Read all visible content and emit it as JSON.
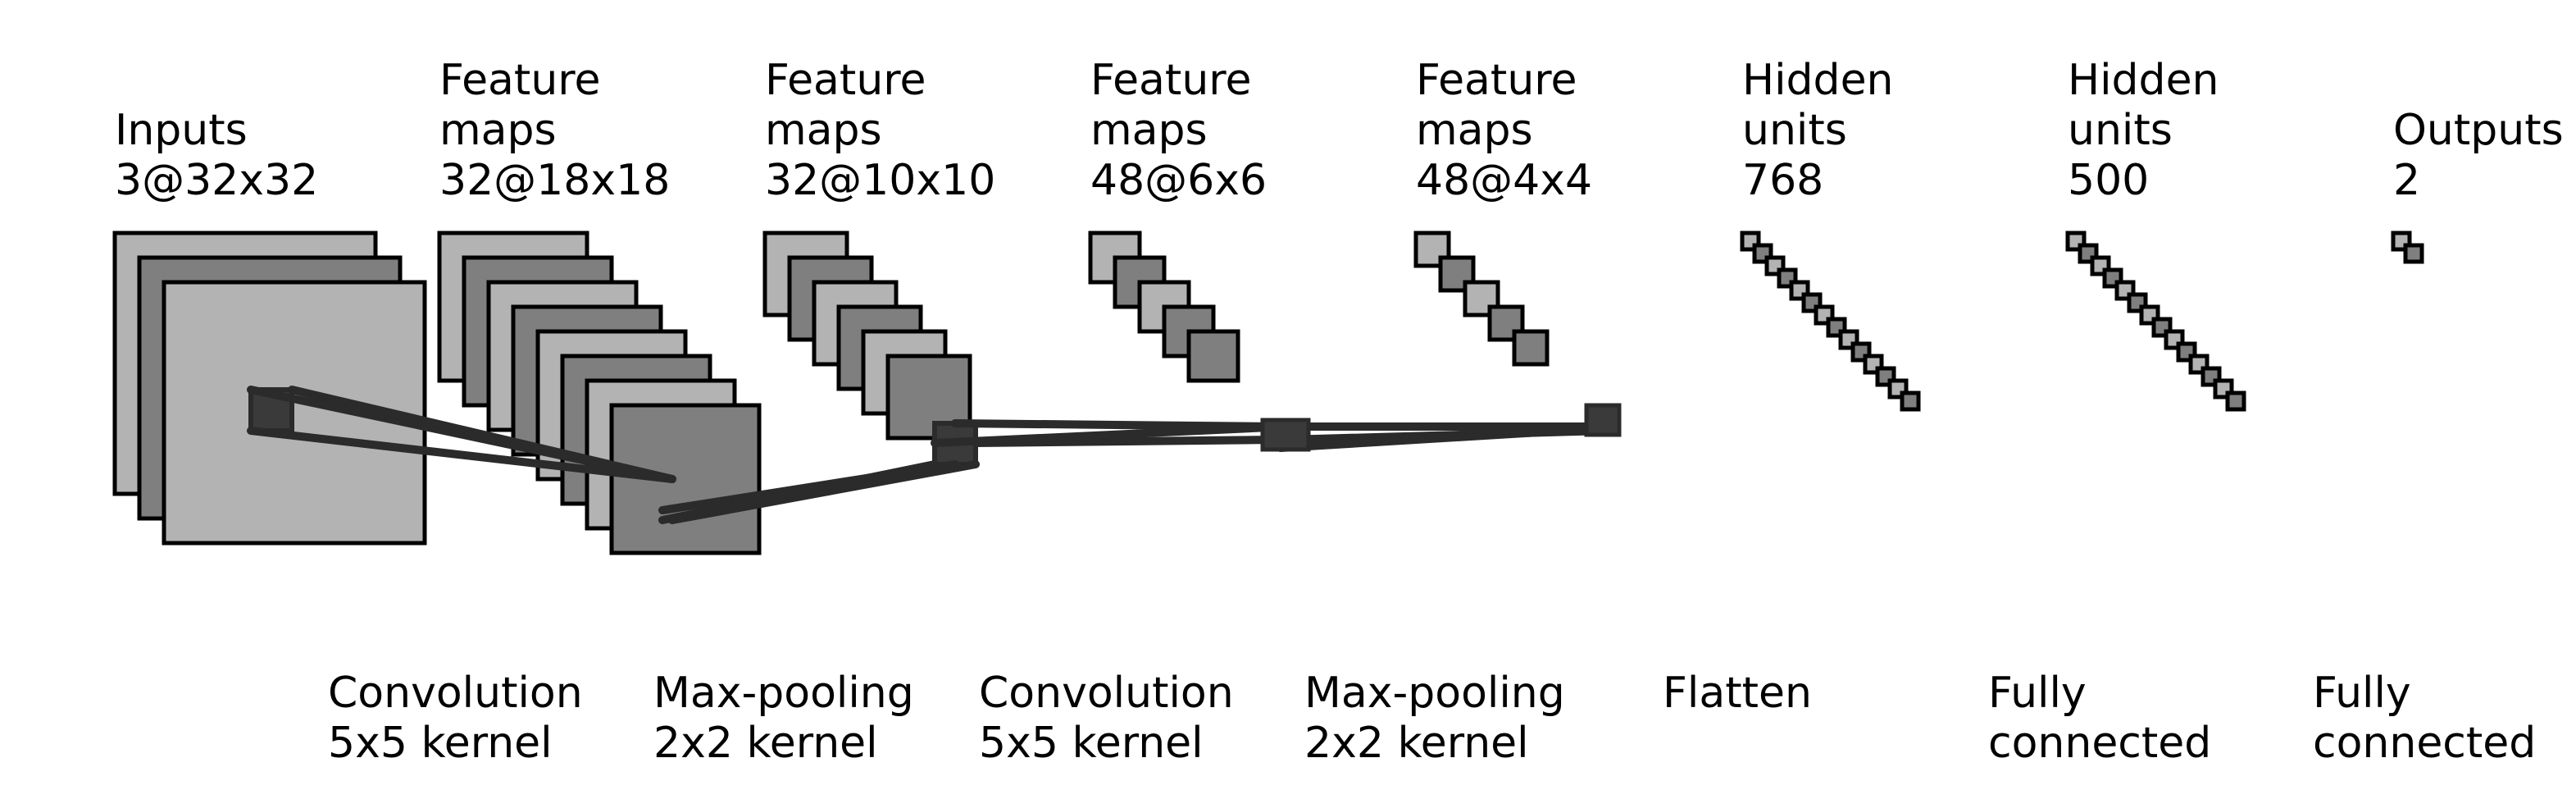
{
  "layers": [
    {
      "title": [
        "Inputs",
        "3@32x32"
      ]
    },
    {
      "title": [
        "Feature",
        "maps",
        "32@18x18"
      ]
    },
    {
      "title": [
        "Feature",
        "maps",
        "32@10x10"
      ]
    },
    {
      "title": [
        "Feature",
        "maps",
        "48@6x6"
      ]
    },
    {
      "title": [
        "Feature",
        "maps",
        "48@4x4"
      ]
    },
    {
      "title": [
        "Hidden",
        "units",
        "768"
      ]
    },
    {
      "title": [
        "Hidden",
        "units",
        "500"
      ]
    },
    {
      "title": [
        "Outputs",
        "2"
      ]
    }
  ],
  "operations": [
    {
      "lines": [
        "Convolution",
        "5x5 kernel"
      ]
    },
    {
      "lines": [
        "Max-pooling",
        "2x2 kernel"
      ]
    },
    {
      "lines": [
        "Convolution",
        "5x5 kernel"
      ]
    },
    {
      "lines": [
        "Max-pooling",
        "2x2 kernel"
      ]
    },
    {
      "lines": [
        "Flatten"
      ]
    },
    {
      "lines": [
        "Fully",
        "connected"
      ]
    },
    {
      "lines": [
        "Fully",
        "connected"
      ]
    }
  ],
  "colors": {
    "light_fill": "#b3b3b3",
    "dark_fill": "#7f7f7f",
    "stroke": "#000000",
    "connector": "#2b2b2b",
    "patch": "#3a3a3a"
  }
}
